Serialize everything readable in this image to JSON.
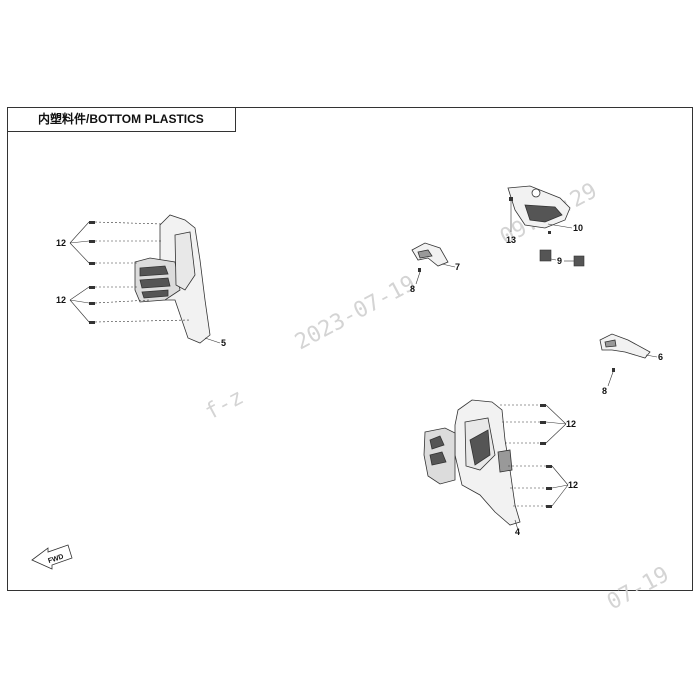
{
  "title": "内塑料件/BOTTOM PLASTICS",
  "watermarks": [
    "2023-07-19",
    "09:44:29",
    "f-z",
    "07-19"
  ],
  "callouts": {
    "c4": "4",
    "c5": "5",
    "c6": "6",
    "c7": "7",
    "c8a": "8",
    "c8b": "8",
    "c9": "9",
    "c10": "10",
    "c12a": "12",
    "c12b": "12",
    "c12c": "12",
    "c12d": "12",
    "c13": "13"
  },
  "fwd_label": "FWD",
  "colors": {
    "line": "#333333",
    "part_fill": "#f2f2f2",
    "dark": "#555555",
    "watermark": "#d4d4d4"
  }
}
